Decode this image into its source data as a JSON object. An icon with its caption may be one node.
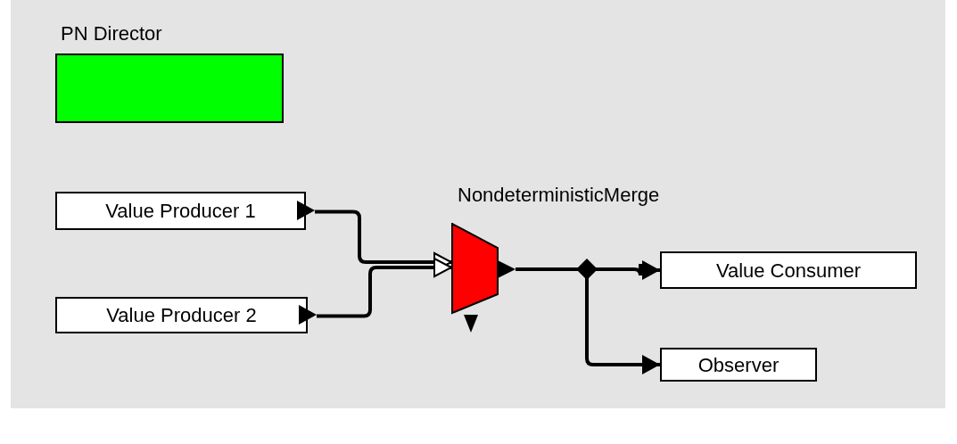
{
  "diagram": {
    "nodes": [
      {
        "text": [
          "PN Director"
        ]
      },
      {
        "text": [
          "Value Producer 1"
        ]
      },
      {
        "text": [
          "Value Producer 2"
        ]
      },
      {
        "text": [
          "NondeterministicMerge"
        ]
      },
      {
        "text": [],
        "shape": "diamond"
      },
      {
        "text": [
          "Value Consumer"
        ]
      },
      {
        "text": [
          "Observer"
        ]
      }
    ],
    "edges": [
      {
        "from": 1,
        "to": 3,
        "arrow": "to"
      },
      {
        "from": 2,
        "to": 3,
        "arrow": "to"
      },
      {
        "from": 3,
        "to": 4,
        "arrow": "none"
      },
      {
        "from": 4,
        "to": 5,
        "arrow": "to"
      },
      {
        "from": 4,
        "to": 6,
        "arrow": "to"
      }
    ]
  }
}
